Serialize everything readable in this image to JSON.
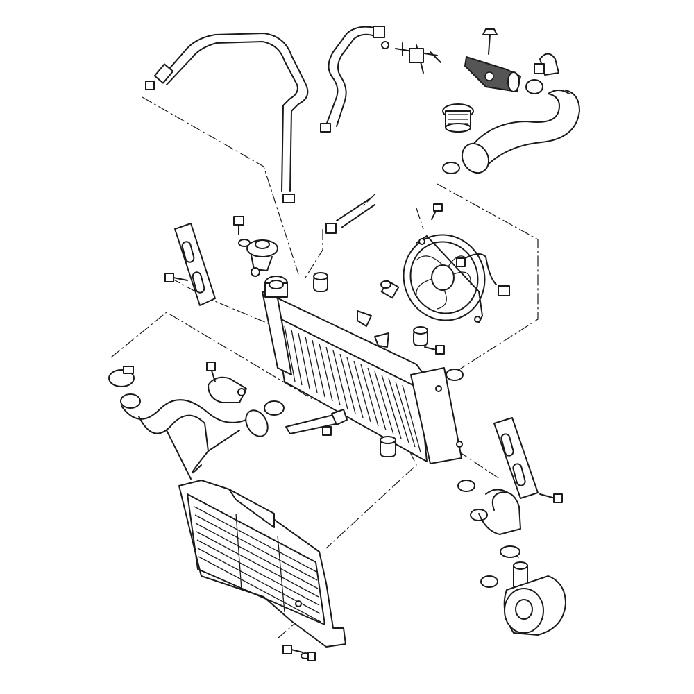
{
  "diagram": {
    "kind": "exploded-parts-view",
    "subject": "radiator-cooling-system",
    "highlighted_part": "thermostat-housing-cover",
    "colors": {
      "line": "#1a1a1a",
      "background": "#ffffff",
      "highlight": "#555555"
    }
  }
}
